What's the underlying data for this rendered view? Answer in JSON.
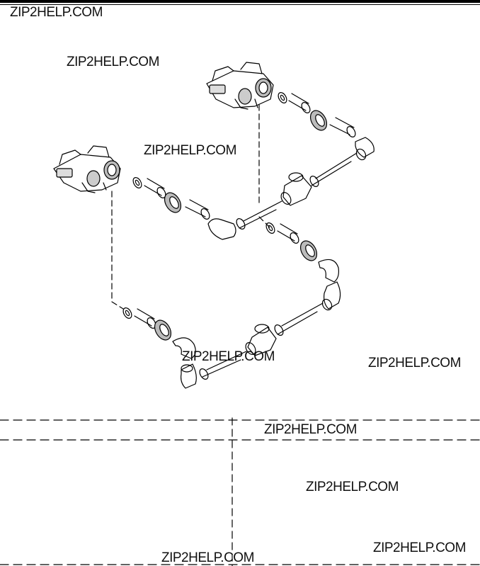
{
  "watermarks": [
    "ZIP2HELP.COM",
    "ZIP2HELP.COM",
    "ZIP2HELP.COM",
    "ZIP2HELP.COM",
    "ZIP2HELP.COM",
    "ZIP2HELP.COM",
    "ZIP2HELP.COM",
    "ZIP2HELP.COM",
    "ZIP2HELP.COM"
  ],
  "colors": {
    "line": "#000000",
    "fill": "#ffffff",
    "shade": "#bdbdbd"
  }
}
